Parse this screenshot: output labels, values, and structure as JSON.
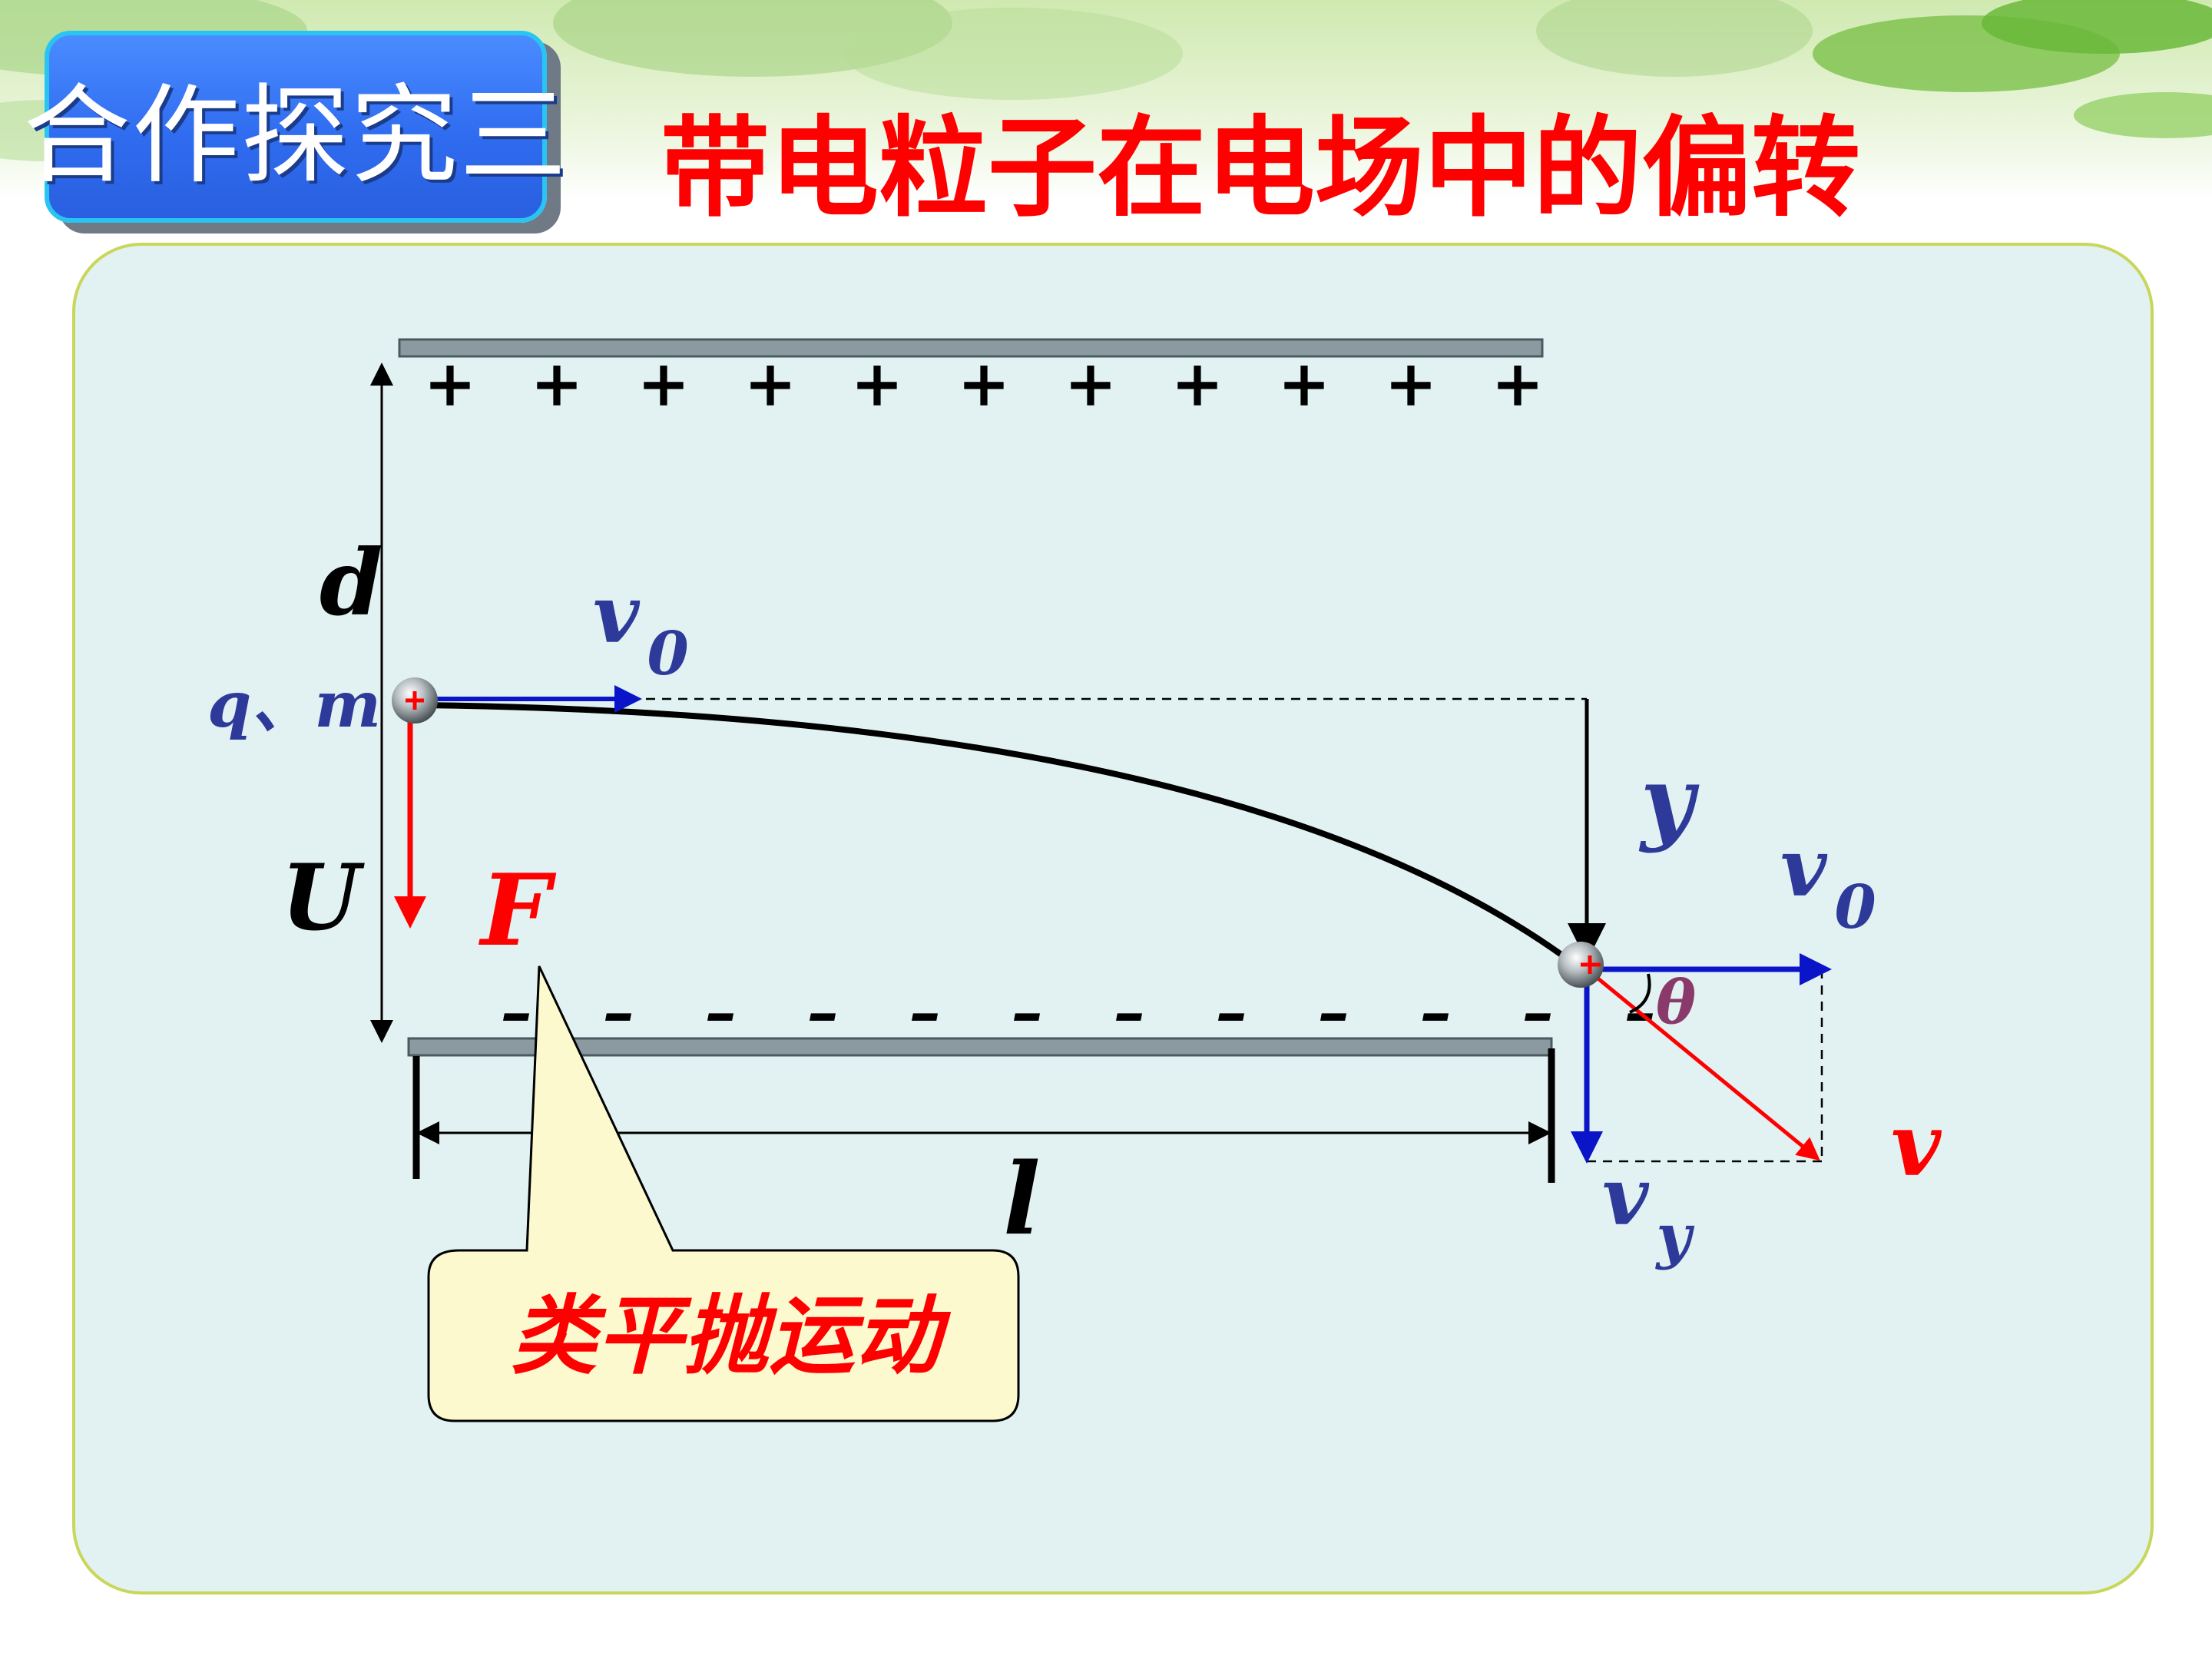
{
  "header": {
    "section_label": "合作探究三",
    "title": "带电粒子在电场中的偏转"
  },
  "diagram": {
    "plus_sign": "+",
    "minus_sign": "–",
    "labels": {
      "d": "d",
      "U": "U",
      "F": "F",
      "l": "l",
      "v0_base": "v",
      "v0_sub": "0",
      "charge": "q、m",
      "y": "y",
      "theta": "θ",
      "v": "v",
      "vy_base": "v",
      "vy_sub": "y"
    },
    "callout": "类平抛运动"
  },
  "colors": {
    "title_red": "#ff0000",
    "label_blue": "#2e3a9a",
    "arrow_blue": "#0a14c8",
    "force_red": "#ff0000",
    "theta_purple": "#8a3a6a",
    "plate_gray": "#8a9aa0",
    "panel_bg": "#e2f2f2",
    "panel_border": "#c8d65a",
    "callout_bg": "#fcf9cf",
    "badge_blue": "#3373f3"
  }
}
